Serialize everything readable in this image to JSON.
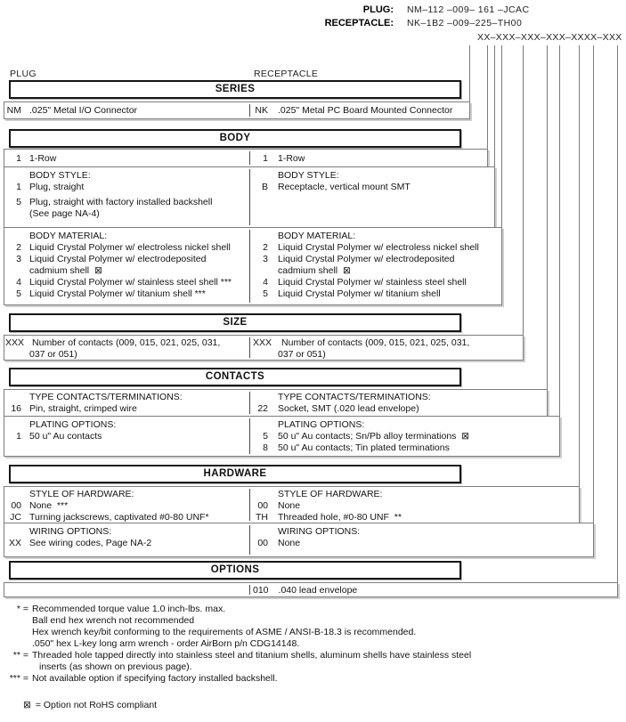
{
  "part_number_key": {
    "plug_label": "PLUG:",
    "plug_value": "NM–112 –009– 161 –JCAC",
    "receptacle_label": "RECEPTACLE:",
    "receptacle_value": "NK–1B2 –009–225–TH00",
    "mask": "XX–XXX–XXX–XXX–XXXX–XXX"
  },
  "columns": {
    "left": "PLUG",
    "right": "RECEPTACLE"
  },
  "series": {
    "title": "SERIES",
    "left": {
      "code": "NM",
      "desc": ".025\" Metal I/O Connector"
    },
    "right": {
      "code": "NK",
      "desc": ".025\" Metal PC Board Mounted Connector"
    }
  },
  "body": {
    "title": "BODY",
    "row": {
      "left": {
        "code": "1",
        "desc": "1-Row"
      },
      "right": {
        "code": "1",
        "desc": "1-Row"
      }
    },
    "style": {
      "left": {
        "label": "BODY STYLE:",
        "rows": [
          {
            "code": "1",
            "desc": "Plug, straight"
          },
          {
            "code": "5",
            "desc": "Plug, straight with factory installed backshell",
            "desc2": "(See page NA-4)"
          }
        ]
      },
      "right": {
        "label": "BODY STYLE:",
        "rows": [
          {
            "code": "B",
            "desc": "Receptacle, vertical mount SMT"
          }
        ]
      }
    },
    "material": {
      "left": {
        "label": "BODY MATERIAL:",
        "rows": [
          {
            "code": "2",
            "desc": "Liquid Crystal Polymer w/ electroless nickel shell"
          },
          {
            "code": "3",
            "desc": "Liquid Crystal Polymer w/ electrodeposited",
            "desc2": "cadmium shell  ⊠"
          },
          {
            "code": "4",
            "desc": "Liquid Crystal Polymer w/ stainless steel shell ***"
          },
          {
            "code": "5",
            "desc": "Liquid Crystal Polymer w/ titanium shell ***"
          }
        ]
      },
      "right": {
        "label": "BODY MATERIAL:",
        "rows": [
          {
            "code": "2",
            "desc": "Liquid Crystal Polymer w/ electroless nickel shell"
          },
          {
            "code": "3",
            "desc": "Liquid Crystal Polymer w/ electrodeposited",
            "desc2": "cadmium shell  ⊠"
          },
          {
            "code": "4",
            "desc": "Liquid Crystal Polymer w/ stainless steel shell"
          },
          {
            "code": "5",
            "desc": "Liquid Crystal Polymer w/ titanium shell"
          }
        ]
      }
    }
  },
  "size": {
    "title": "SIZE",
    "left": {
      "code": "XXX",
      "desc": "Number of contacts (009, 015, 021, 025, 031,",
      "desc2": "037 or 051)"
    },
    "right": {
      "code": "XXX",
      "desc": "Number of contacts (009, 015, 021, 025, 031,",
      "desc2": "037 or 051)"
    }
  },
  "contacts": {
    "title": "CONTACTS",
    "type": {
      "left": {
        "label": "TYPE CONTACTS/TERMINATIONS:",
        "rows": [
          {
            "code": "16",
            "desc": "Pin, straight, crimped wire"
          }
        ]
      },
      "right": {
        "label": "TYPE CONTACTS/TERMINATIONS:",
        "rows": [
          {
            "code": "22",
            "desc": "Socket, SMT (.020 lead envelope)"
          }
        ]
      }
    },
    "plating": {
      "left": {
        "label": "PLATING OPTIONS:",
        "rows": [
          {
            "code": "1",
            "desc": "50 u\" Au contacts"
          }
        ]
      },
      "right": {
        "label": "PLATING OPTIONS:",
        "rows": [
          {
            "code": "5",
            "desc": "50 u\" Au contacts; Sn/Pb alloy terminations  ⊠"
          },
          {
            "code": "8",
            "desc": "50 u\" Au contacts; Tin plated terminations"
          }
        ]
      }
    }
  },
  "hardware": {
    "title": "HARDWARE",
    "style": {
      "left": {
        "label": "STYLE OF HARDWARE:",
        "rows": [
          {
            "code": "00",
            "desc": "None  ***"
          },
          {
            "code": "JC",
            "desc": "Turning jackscrews, captivated #0-80 UNF*"
          }
        ]
      },
      "right": {
        "label": "STYLE OF HARDWARE:",
        "rows": [
          {
            "code": "00",
            "desc": "None"
          },
          {
            "code": "TH",
            "desc": "Threaded hole, #0-80 UNF  **"
          }
        ]
      }
    },
    "wiring": {
      "left": {
        "label": "WIRING OPTIONS:",
        "rows": [
          {
            "code": "XX",
            "desc": "See wiring codes, Page NA-2"
          }
        ]
      },
      "right": {
        "label": "WIRING OPTIONS:",
        "rows": [
          {
            "code": "00",
            "desc": "None"
          }
        ]
      }
    }
  },
  "options": {
    "title": "OPTIONS",
    "right": {
      "code": "010",
      "desc": ".040 lead envelope"
    }
  },
  "footnotes": [
    {
      "marker": "* =",
      "text": "Recommended torque value 1.0 inch-lbs. max."
    },
    {
      "marker": "",
      "text": "Ball end hex wrench not recommended"
    },
    {
      "marker": "",
      "text": "Hex wrench key/bit conforming to the requirements of ASME / ANSI-B-18.3 is recommended."
    },
    {
      "marker": "",
      "text": ".050\" hex L-key long arm wrench - order AirBorn p/n CDG14148."
    },
    {
      "marker": "** =",
      "text": "Threaded hole tapped directly into stainless steel and titanium shells, aluminum shells have stainless steel"
    },
    {
      "marker": "",
      "text": "inserts (as shown on previous page)."
    },
    {
      "marker": "*** =",
      "text": "Not available option if specifying factory installed backshell."
    }
  ],
  "rohs_note": {
    "symbol": "⊠",
    "text": "= Option not RoHS compliant"
  }
}
